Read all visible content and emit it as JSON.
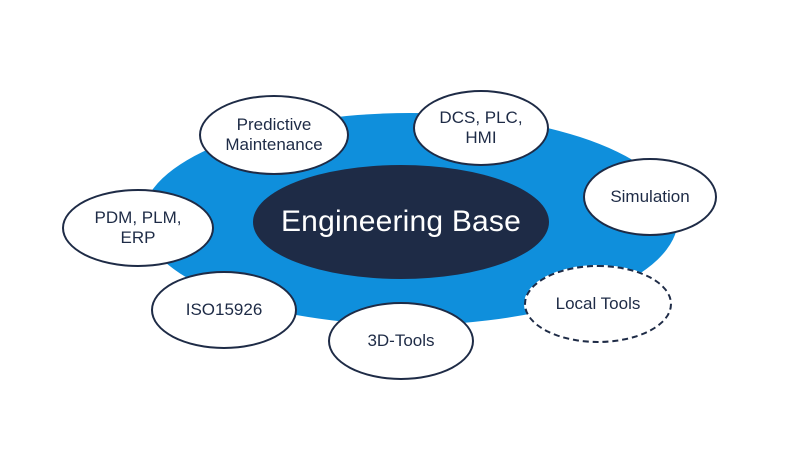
{
  "colors": {
    "background": "#ffffff",
    "ring": "#0f8fdc",
    "hub": "#1e2b46",
    "hub_text": "#ffffff",
    "node_fill": "#ffffff",
    "node_border": "#1e2b46",
    "node_text": "#1e2b46"
  },
  "hub": {
    "label": "Engineering Base"
  },
  "nodes": {
    "predictive_maintenance": {
      "label": "Predictive\nMaintenance",
      "border": "solid"
    },
    "dcs_plc_hmi": {
      "label": "DCS, PLC,\nHMI",
      "border": "solid"
    },
    "simulation": {
      "label": "Simulation",
      "border": "solid"
    },
    "pdm_plm_erp": {
      "label": "PDM, PLM,\nERP",
      "border": "solid"
    },
    "local_tools": {
      "label": "Local Tools",
      "border": "dashed"
    },
    "iso15926": {
      "label": "ISO15926",
      "border": "solid"
    },
    "tools_3d": {
      "label": "3D-Tools",
      "border": "solid"
    }
  }
}
